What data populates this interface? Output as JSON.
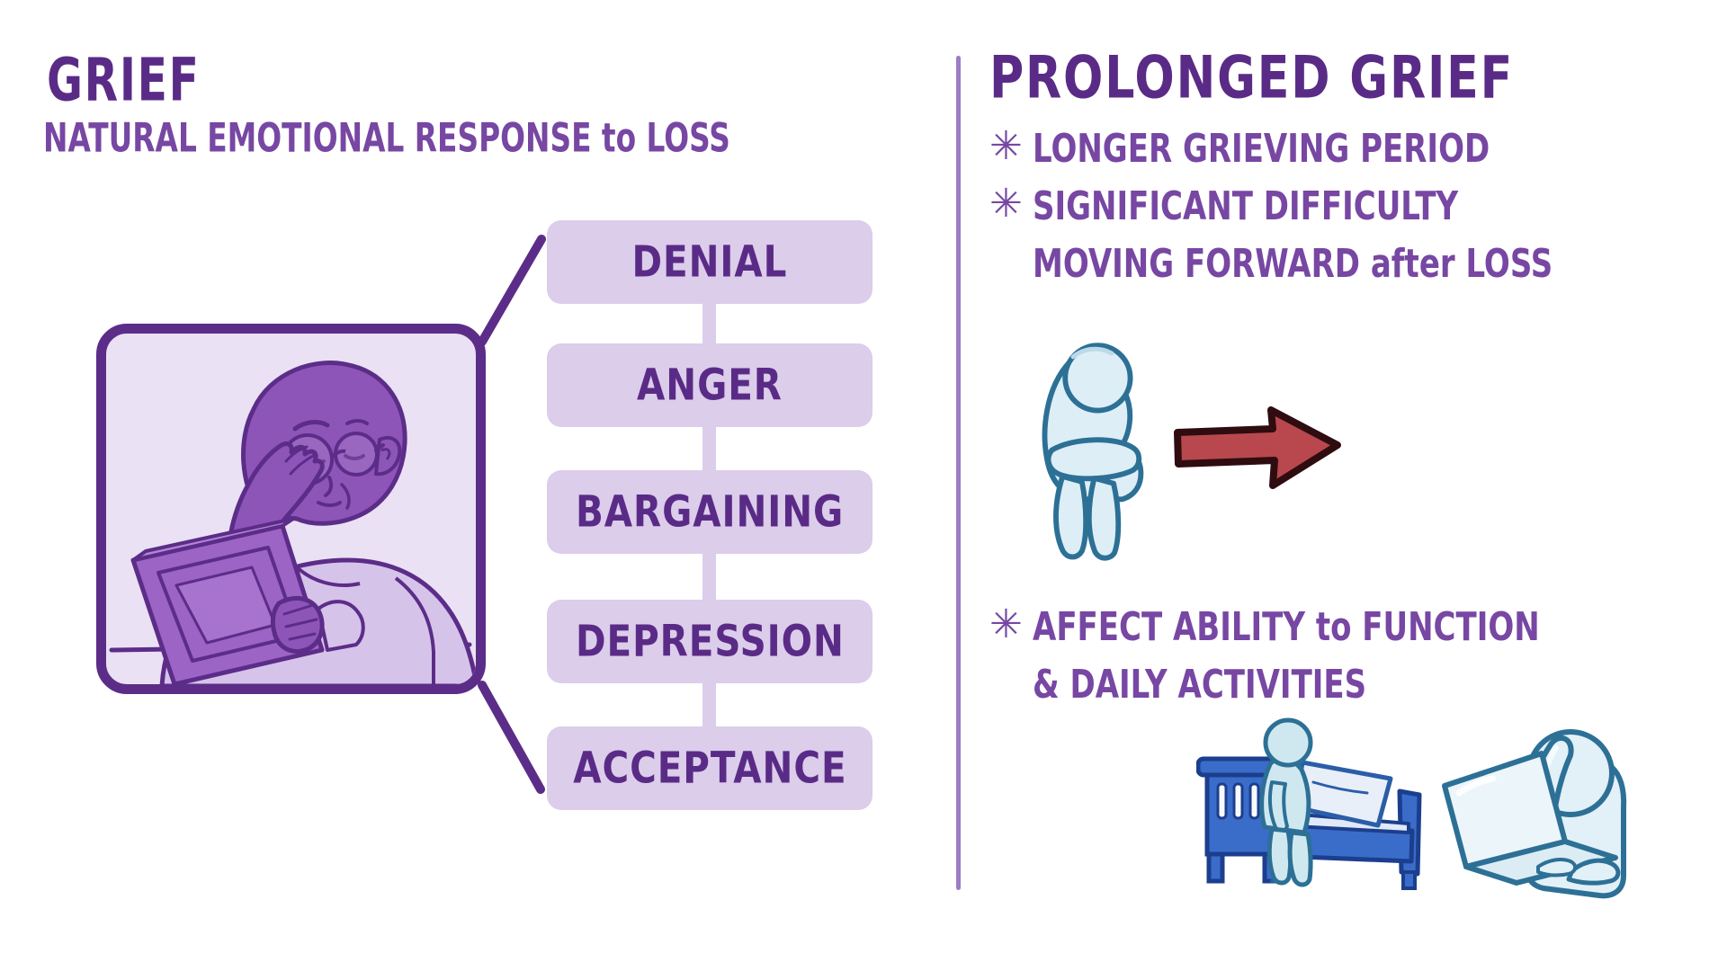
{
  "left": {
    "title": "GRIEF",
    "subtitle": "NATURAL EMOTIONAL RESPONSE to LOSS",
    "stages": [
      "DENIAL",
      "ANGER",
      "BARGAINING",
      "DEPRESSION",
      "ACCEPTANCE"
    ],
    "illustration": "grieving-person-looking-at-photo-frame"
  },
  "right": {
    "title": "PROLONGED GRIEF",
    "bullets": [
      {
        "marker": "✳",
        "lines": [
          "LONGER GRIEVING PERIOD"
        ]
      },
      {
        "marker": "✳",
        "lines": [
          "SIGNIFICANT DIFFICULTY",
          "MOVING FORWARD after LOSS"
        ]
      },
      {
        "marker": "✳",
        "lines": [
          "AFFECT ABILITY to FUNCTION",
          "& DAILY ACTIVITIES"
        ]
      }
    ],
    "illustrations": [
      "curled-up-person",
      "arrow-right",
      "person-sitting-on-bed",
      "person-at-laptop"
    ]
  },
  "colors": {
    "title_purple": "#5a2b86",
    "body_purple": "#7747a3",
    "stage_box_fill": "#dccdeb",
    "frame_fill": "#eae1f4",
    "outline_purple": "#5c2d88",
    "skin_purple": "#8e55b9",
    "sweater_lavender": "#d6c3ea",
    "divider_purple": "#9c7dc4",
    "figure_blue_fill": "#ddeef6",
    "figure_blue_outline": "#2d7096",
    "bed_blue": "#3a6dc9",
    "bed_outline": "#1c3e8e",
    "pillow_fill": "#e9eff9",
    "arrow_red_fill": "#b8484e",
    "arrow_red_outline": "#2f0c10",
    "background": "#ffffff"
  }
}
